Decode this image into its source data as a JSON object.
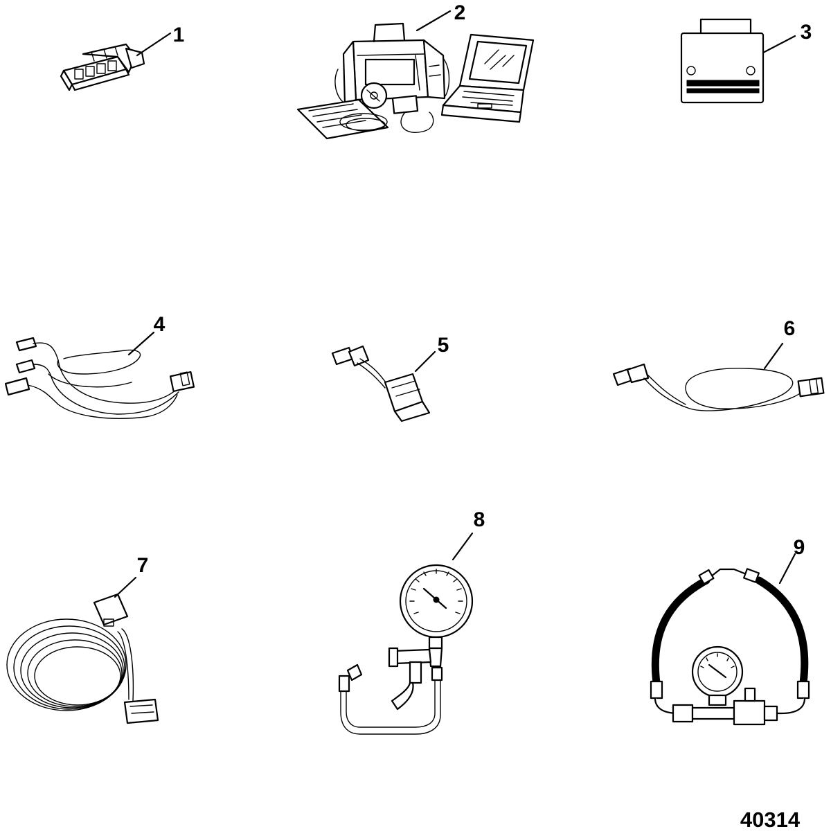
{
  "figure_number": "40314",
  "items": [
    {
      "callout": "1",
      "icon": "connector-plug-icon"
    },
    {
      "callout": "2",
      "icon": "diagnostic-kit-bag-laptop-icon"
    },
    {
      "callout": "3",
      "icon": "ecm-module-icon"
    },
    {
      "callout": "4",
      "icon": "harness-with-clips-icon"
    },
    {
      "callout": "5",
      "icon": "adapter-harness-icon"
    },
    {
      "callout": "6",
      "icon": "interface-cable-icon"
    },
    {
      "callout": "7",
      "icon": "coiled-cable-icon"
    },
    {
      "callout": "8",
      "icon": "fuel-pressure-gauge-icon"
    },
    {
      "callout": "9",
      "icon": "pressure-gauge-hose-assembly-icon"
    }
  ]
}
